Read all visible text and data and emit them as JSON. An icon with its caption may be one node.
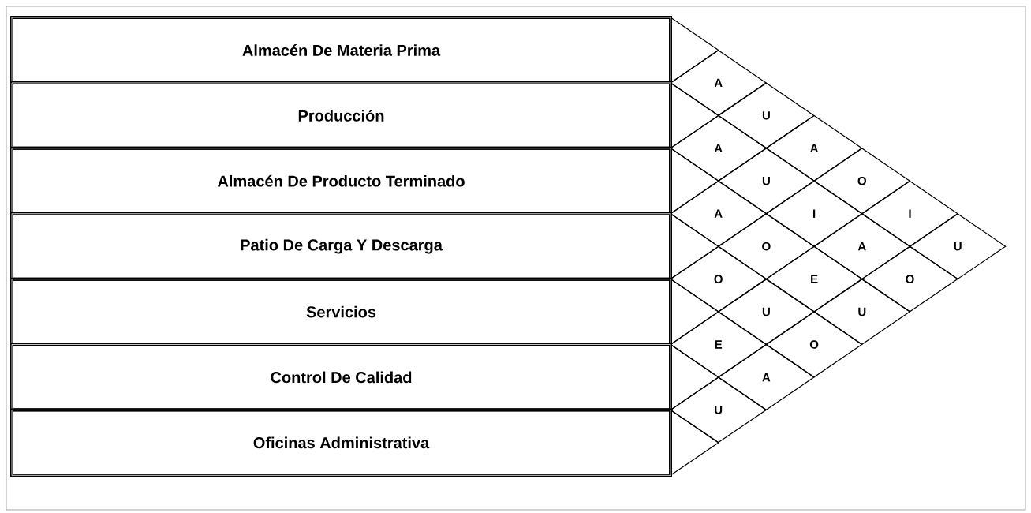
{
  "diagram": {
    "nodes": [
      {
        "text": [
          "Almacén De Materia Prima"
        ]
      },
      {
        "text": [
          "Producción"
        ]
      },
      {
        "text": [
          "Almacén De Producto Terminado"
        ]
      },
      {
        "text": [
          "Patio De Carga Y Descarga"
        ]
      },
      {
        "text": [
          "Servicios"
        ]
      },
      {
        "text": [
          "Control De Calidad"
        ]
      },
      {
        "text": [
          "Oficinas Administrativa"
        ]
      },
      {
        "text": [
          "A"
        ]
      },
      {
        "text": [
          "U"
        ]
      },
      {
        "text": [
          "A"
        ]
      },
      {
        "text": [
          "A"
        ]
      },
      {
        "text": [
          "U"
        ]
      },
      {
        "text": [
          "O"
        ]
      },
      {
        "text": [
          "A"
        ]
      },
      {
        "text": [
          "I"
        ]
      },
      {
        "text": [
          "I"
        ]
      },
      {
        "text": [
          "O"
        ]
      },
      {
        "text": [
          "A"
        ]
      },
      {
        "text": [
          "U"
        ]
      },
      {
        "text": [
          "O"
        ]
      },
      {
        "text": [
          "E"
        ]
      },
      {
        "text": [
          "O"
        ]
      },
      {
        "text": [
          "U"
        ]
      },
      {
        "text": [
          "U"
        ]
      },
      {
        "text": [
          "E"
        ]
      },
      {
        "text": [
          "O"
        ]
      },
      {
        "text": [
          "A"
        ]
      },
      {
        "text": [
          "U"
        ]
      }
    ]
  }
}
